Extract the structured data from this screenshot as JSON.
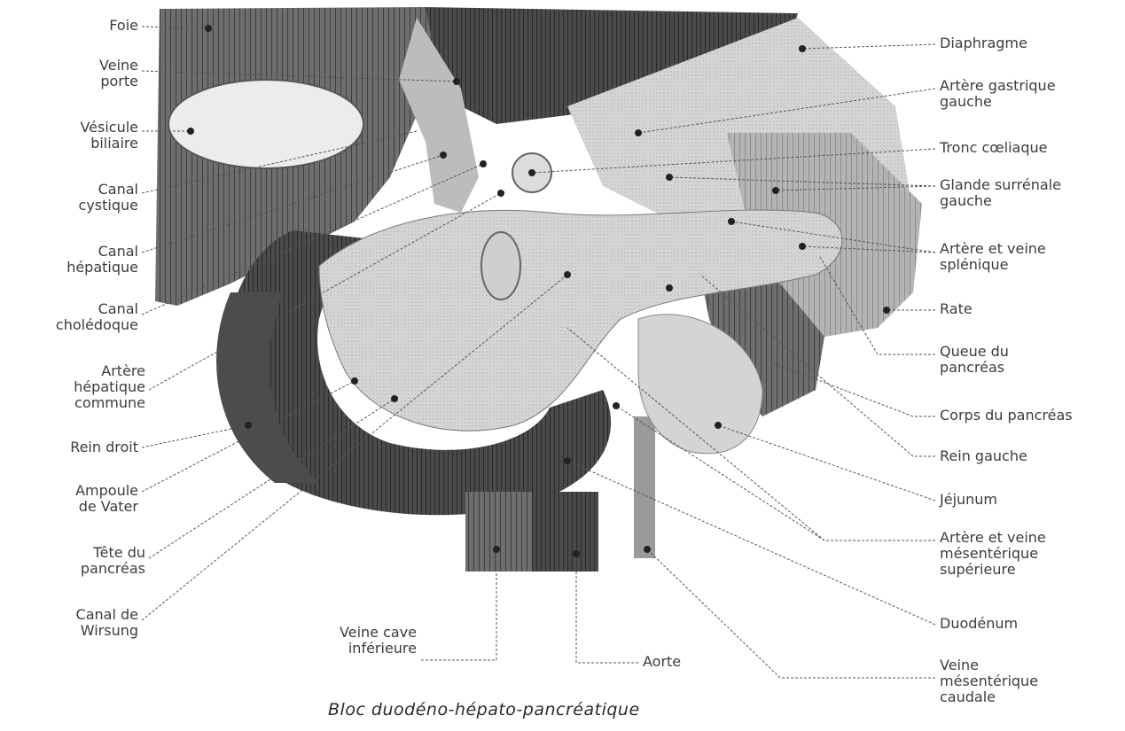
{
  "caption": "Bloc duodéno-hépato-pancréatique",
  "labels": {
    "foie": [
      "Foie"
    ],
    "veine_porte": [
      "Veine",
      "porte"
    ],
    "vesicule": [
      "Vésicule",
      "biliaire"
    ],
    "canal_cystique": [
      "Canal",
      "cystique"
    ],
    "canal_hepatique": [
      "Canal",
      "hépatique"
    ],
    "canal_choledoque": [
      "Canal",
      "cholédoque"
    ],
    "artere_hepatique": [
      "Artère",
      "hépatique",
      "commune"
    ],
    "pern_droit": [
      "Rein droit"
    ],
    "ampoule": [
      "Ampoule",
      "de Vater"
    ],
    "tete_pancreas": [
      "Tête du",
      "pancréas"
    ],
    "canal_wirsung": [
      "Canal de",
      "Wirsung"
    ],
    "veine_cave": [
      "Veine cave",
      "inférieure"
    ],
    "aorte": [
      "Aorte"
    ],
    "diaphragme": [
      "Diaphragme"
    ],
    "artere_gastrique": [
      "Artère gastrique",
      "gauche"
    ],
    "tronc_coeliaque": [
      "Tronc cœliaque"
    ],
    "glande_surrenale": [
      "Glande surrénale",
      "gauche"
    ],
    "artere_splenique": [
      "Artère et veine",
      "splénique"
    ],
    "rate": [
      "Rate"
    ],
    "queue_pancreas": [
      "Queue du",
      "pancréas"
    ],
    "corps_pancreas": [
      "Corps du pancréas"
    ],
    "rein_gauche": [
      "Rein gauche"
    ],
    "jejunum": [
      "Jéjunum"
    ],
    "artere_mesenterique": [
      "Artère et veine",
      "mésentérique",
      "supérieure"
    ],
    "duodenum": [
      "Duodénum"
    ],
    "veine_mesenterique_caudale": [
      "Veine",
      "mésentérique",
      "caudale"
    ]
  }
}
